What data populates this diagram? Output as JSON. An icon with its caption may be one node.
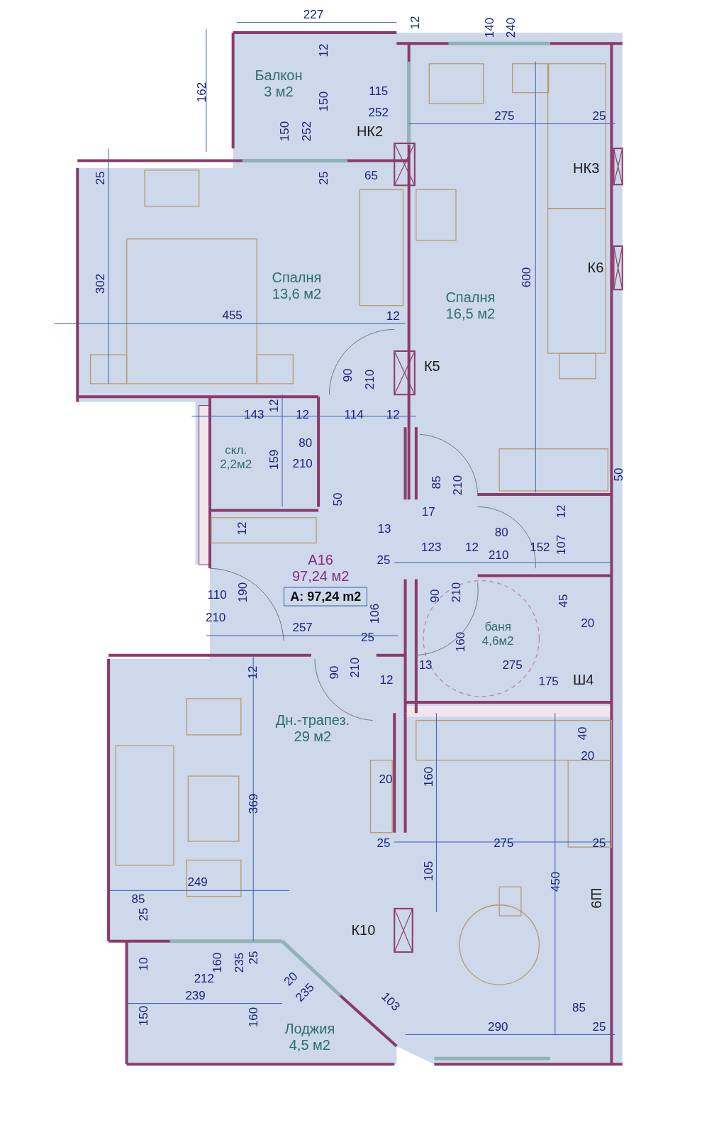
{
  "diagram": {
    "nodes": [
      {
        "text": [
          "Балкон",
          "3 м2"
        ]
      },
      {
        "text": [
          "Спалня",
          "13,6 м2"
        ]
      },
      {
        "text": [
          "Спалня",
          "16,5 м2"
        ]
      },
      {
        "text": [
          "скл.",
          "2,2м2"
        ]
      },
      {
        "text": [
          "A16",
          "97,24 м2"
        ]
      },
      {
        "text": [
          "A: 97,24 m2"
        ]
      },
      {
        "text": [
          "баня",
          "4,6м2"
        ]
      },
      {
        "text": [
          "Дн.-трапез.",
          "29 м2"
        ]
      },
      {
        "text": [
          "Лоджия",
          "4,5 м2"
        ]
      }
    ],
    "labels": [
      "227",
      "12",
      "140",
      "240",
      "162",
      "12",
      "115",
      "150",
      "252",
      "НК2",
      "275",
      "25",
      "150",
      "252",
      "25",
      "25",
      "65",
      "НК3",
      "302",
      "600",
      "К6",
      "455",
      "12",
      "90",
      "210",
      "К5",
      "143",
      "12",
      "12",
      "114",
      "12",
      "80",
      "159",
      "210",
      "85",
      "210",
      "50",
      "17",
      "12",
      "12",
      "13",
      "80",
      "123",
      "12",
      "210",
      "152",
      "107",
      "25",
      "110",
      "190",
      "210",
      "90",
      "210",
      "45",
      "106",
      "257",
      "20",
      "25",
      "160",
      "12",
      "90",
      "210",
      "12",
      "13",
      "275",
      "175",
      "Ш4",
      "40",
      "20",
      "20",
      "160",
      "369",
      "25",
      "275",
      "25",
      "105",
      "450",
      "Ш9",
      "249",
      "85",
      "25",
      "К10",
      "10",
      "160",
      "235",
      "25",
      "212",
      "20",
      "235",
      "239",
      "103",
      "85",
      "150",
      "160",
      "290",
      "25",
      "50"
    ]
  }
}
